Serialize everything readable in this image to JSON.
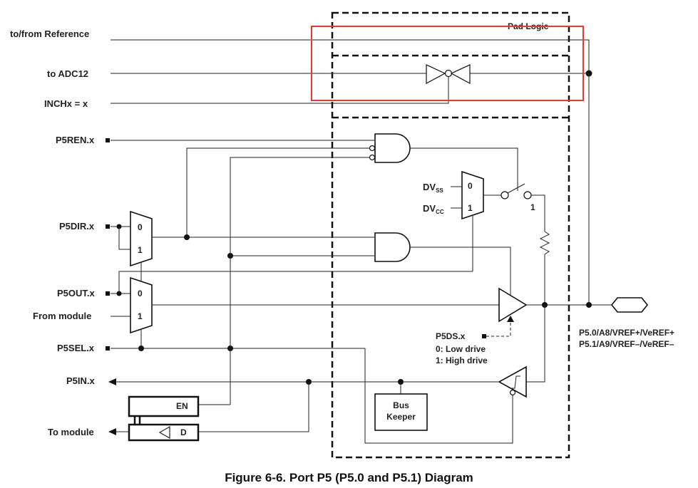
{
  "signals": {
    "to_from_reference": "to/from Reference",
    "to_adc12": "to ADC12",
    "inchx": "INCHx = x",
    "p5ren": "P5REN.x",
    "p5dir": "P5DIR.x",
    "p5out": "P5OUT.x",
    "from_module": "From module",
    "p5sel": "P5SEL.x",
    "p5in": "P5IN.x",
    "to_module": "To module"
  },
  "pad_logic": "Pad Logic",
  "mux": {
    "zero": "0",
    "one": "1"
  },
  "supply": {
    "dv": "DV",
    "ss": "SS",
    "cc": "CC"
  },
  "switch_one": "1",
  "drive": {
    "p5ds": "P5DS.x",
    "low": "0: Low drive",
    "high": "1: High drive"
  },
  "bus_keeper": {
    "line1": "Bus",
    "line2": "Keeper"
  },
  "latch": {
    "en": "EN",
    "d": "D"
  },
  "pin": {
    "line1": "P5.0/A8/VREF+/VeREF+",
    "line2": "P5.1/A9/VREF–/VeREF–"
  },
  "caption": "Figure 6-6. Port P5 (P5.0 and P5.1) Diagram",
  "colors": {
    "line": "#222222",
    "highlight": "#e53935"
  }
}
